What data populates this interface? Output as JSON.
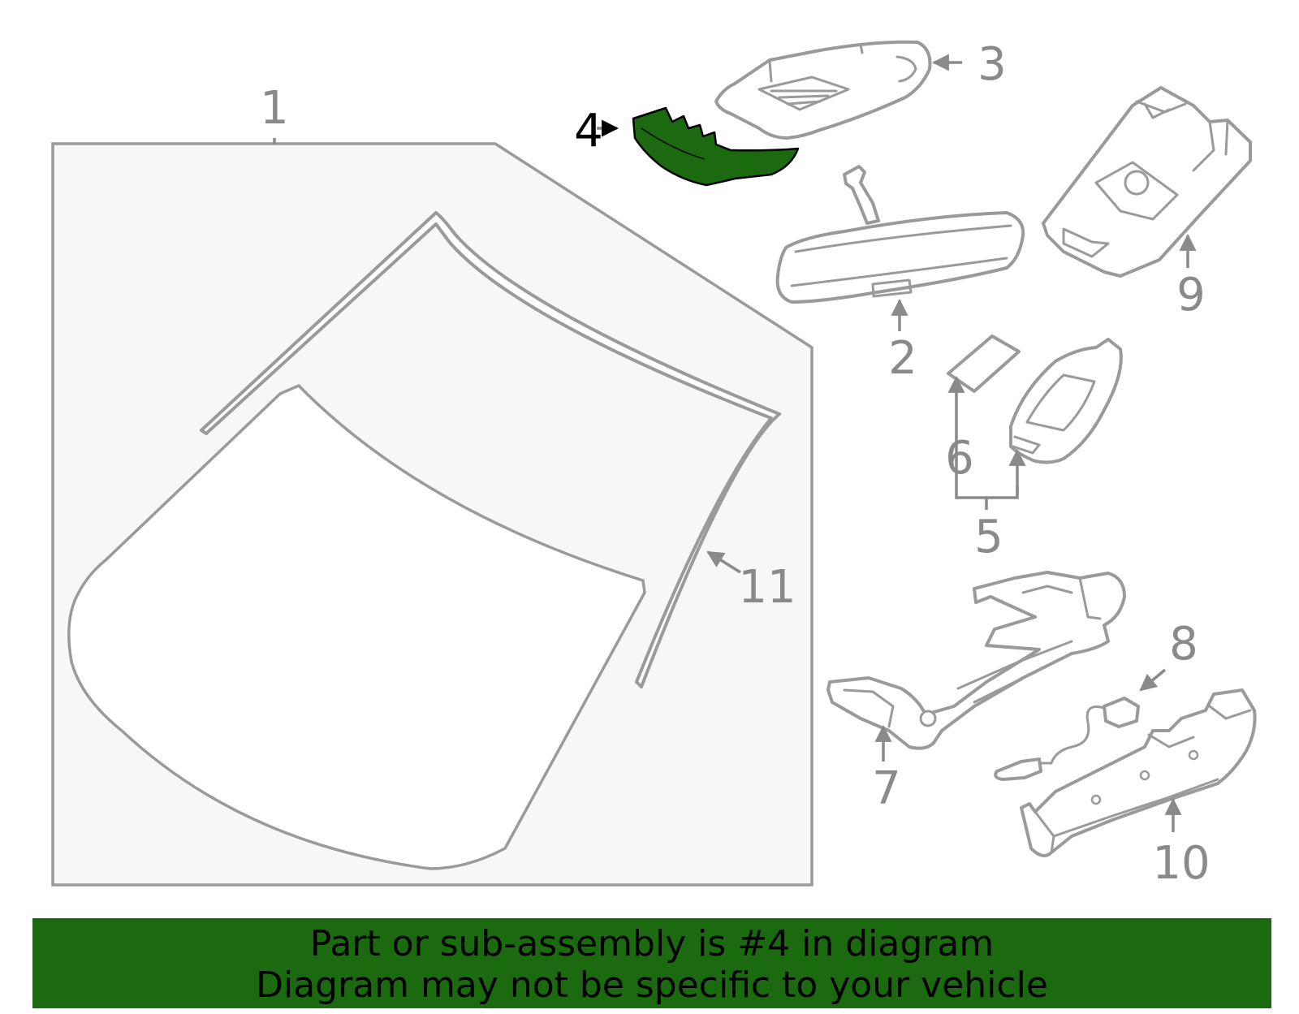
{
  "callouts": {
    "c1": "1",
    "c2": "2",
    "c3": "3",
    "c4": "4",
    "c5": "5",
    "c6": "6",
    "c7": "7",
    "c8": "8",
    "c9": "9",
    "c10": "10",
    "c11": "11"
  },
  "highlight": {
    "part": "4",
    "color": "#1b6a10"
  },
  "banner": {
    "line1": "Part or sub-assembly is #4 in diagram",
    "line2": "Diagram may not be specific to your vehicle"
  }
}
